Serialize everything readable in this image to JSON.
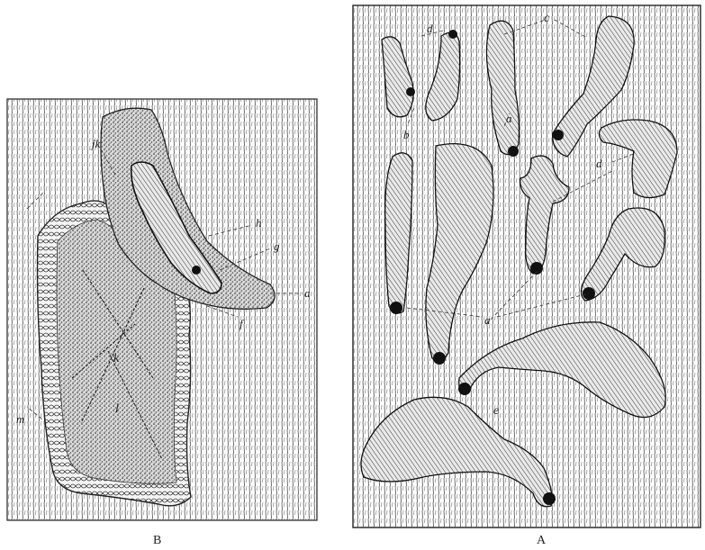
{
  "figure": {
    "panel_b": {
      "caption": "B",
      "labels": {
        "jk": "jk",
        "h": "h",
        "g": "g",
        "a": "a",
        "f": "f",
        "k": "k",
        "l": "l",
        "m": "m"
      }
    },
    "panel_a": {
      "caption": "A",
      "labels": {
        "d1": "d",
        "c": "c",
        "b": "b",
        "a1": "a",
        "d2": "d",
        "a2": "a",
        "e": "e"
      }
    }
  },
  "colors": {
    "ink": "#1a1a1a",
    "paper": "#ffffff",
    "grain": "#555555",
    "tissue": "#cfcfcf",
    "body": "#9a9a9a"
  }
}
